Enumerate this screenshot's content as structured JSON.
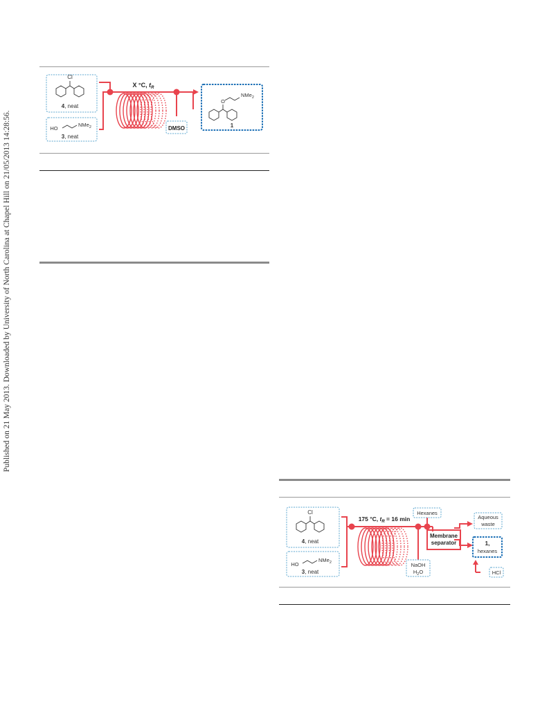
{
  "side_note": "Published on 21 May 2013. Downloaded by University of North Carolina at Chapel Hill on 21/05/2013 14:28:56.",
  "scheme1": {
    "reagent_top": {
      "number": "4",
      "state": ", neat",
      "atom": "Cl"
    },
    "reagent_bottom": {
      "number": "3",
      "state": ", neat",
      "group_left": "HO",
      "group_right": "NMe",
      "sub": "2"
    },
    "conditions": {
      "temp": "X °C, ",
      "tr": "t",
      "tr_sub": "R"
    },
    "quench": "DMSO",
    "product": {
      "number": "1",
      "atom_o": "O",
      "group": "NMe",
      "sub": "2"
    }
  },
  "scheme2": {
    "reagent_top": {
      "number": "4",
      "state": ", neat",
      "atom": "Cl"
    },
    "reagent_bottom": {
      "number": "3",
      "state": ", neat",
      "group_left": "HO",
      "group_right": "NMe",
      "sub": "2"
    },
    "conditions": {
      "temp": "175 °C, ",
      "tr": "t",
      "tr_sub": "R",
      "time": " = 16 min"
    },
    "solvent": "Hexanes",
    "base_line1": "NaOH",
    "base_line2_main": "H",
    "base_line2_sub": "2",
    "base_line2_tail": "O",
    "separator_line1": "Membrane",
    "separator_line2": "separator",
    "waste_line1": "Aqueous",
    "waste_line2": "waste",
    "product_line1": "1,",
    "product_line2": "hexanes",
    "acid": "HCl"
  },
  "colors": {
    "flow": "#e8434d",
    "box": "#5aa6cf",
    "product_box": "#1b6fb5"
  }
}
